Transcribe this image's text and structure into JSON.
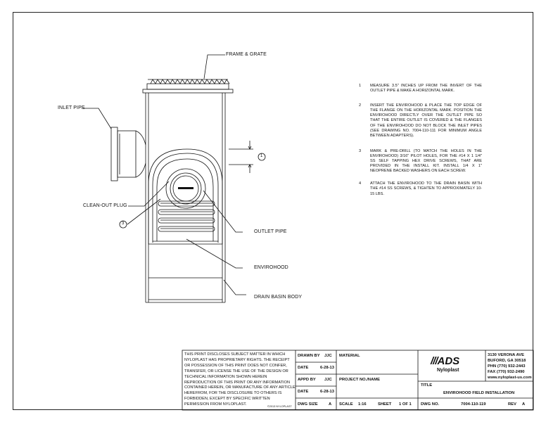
{
  "labels": {
    "frame_grate": "FRAME & GRATE",
    "inlet_pipe": "INLET PIPE",
    "cleanout_plug": "CLEAN-OUT PLUG",
    "outlet_pipe": "OUTLET PIPE",
    "envirohood": "ENVIROHOOD",
    "drain_basin_body": "DRAIN BASIN BODY",
    "callout_1": "1",
    "callout_3": "3"
  },
  "notes": [
    {
      "num": "1",
      "text": "MEASURE 3.5\" INCHES UP FROM THE INVERT OF THE OUTLET PIPE & MAKE A HORIZONTAL MARK."
    },
    {
      "num": "2",
      "text": "INSERT THE ENVIROHOOD & PLACE THE TOP EDGE OF THE FLANGE ON THE HORIZONTAL MARK. POSITION THE ENVIROHOOD DIRECTLY OVER THE OUTLET PIPE SO THAT THE ENTIRE OUTLET IS COVERED & THE FLANGES OF THE ENVIROHOOD DO NOT BLOCK THE INLET PIPES (SEE DRAWING NO. 7004-110-111 FOR MINIMUM ANGLE BETWEEN ADAPTERS)."
    },
    {
      "num": "3",
      "text": "MARK & PRE-DRILL (TO MATCH THE HOLES IN THE ENVIROHOOD) 3/16\" PILOT HOLES, FOR THE #14 X 1 1/4\" SS SELF TAPPING HEX DRIVE SCREWS, THAT ARE PROVIDED IN THE INSTALL KIT. INSTALL 1/4 X 1\" NEOPRENE BACKED WASHERS ON EACH SCREW."
    },
    {
      "num": "4",
      "text": "ATTACH THE ENVIROHOOD TO THE DRAIN BASIN WITH THE #14 SS SCREWS, & TIGHTEN TO APPROXIMATELY 10-15 LBS."
    }
  ],
  "title_block": {
    "disclaimer": "THIS PRINT DISCLOSES SUBJECT MATTER IN WHICH NYLOPLAST HAS PROPRIETARY RIGHTS. THE RECEIPT OR POSSESSION OF THIS PRINT DOES NOT CONFER, TRANSFER, OR LICENSE THE USE OF THE DESIGN OR TECHNICAL INFORMATION SHOWN HEREIN REPRODUCTION OF THIS PRINT OR ANY INFORMATION CONTAINED HEREIN, OR MANUFACTURE OF ANY ARTICLE HEREFROM, FOR THE DISCLOSURE TO OTHERS IS FORBIDDEN, EXCEPT BY SPECIFIC WRITTEN PERMISSION FROM NYLOPLAST.",
    "copyright": "©2013 NYLOPLAST",
    "drawn_by_label": "DRAWN BY",
    "drawn_by": "JJC",
    "date_label": "DATE",
    "date1": "6-28-13",
    "appd_by_label": "APPD BY",
    "appd_by": "JJC",
    "date2": "6-28-13",
    "dwg_size_label": "DWG SIZE",
    "dwg_size": "A",
    "material_label": "MATERIAL",
    "project_label": "PROJECT NO./NAME",
    "scale_label": "SCALE",
    "scale": "1:16",
    "sheet_label": "SHEET",
    "sheet": "1 OF 1",
    "logo_ads": "ADS",
    "logo_nyloplast": "Nyloplast",
    "address": [
      "3130 VERONA AVE",
      "BUFORD, GA 30518",
      "PHN (770) 932-2443",
      "FAX (770) 932-2490",
      "www.nyloplast-us.com"
    ],
    "title_label": "TITLE",
    "title": "ENVIROHOOD FIELD INSTALLATION",
    "dwg_no_label": "DWG NO.",
    "dwg_no": "7004-110-119",
    "rev_label": "REV",
    "rev": "A"
  }
}
